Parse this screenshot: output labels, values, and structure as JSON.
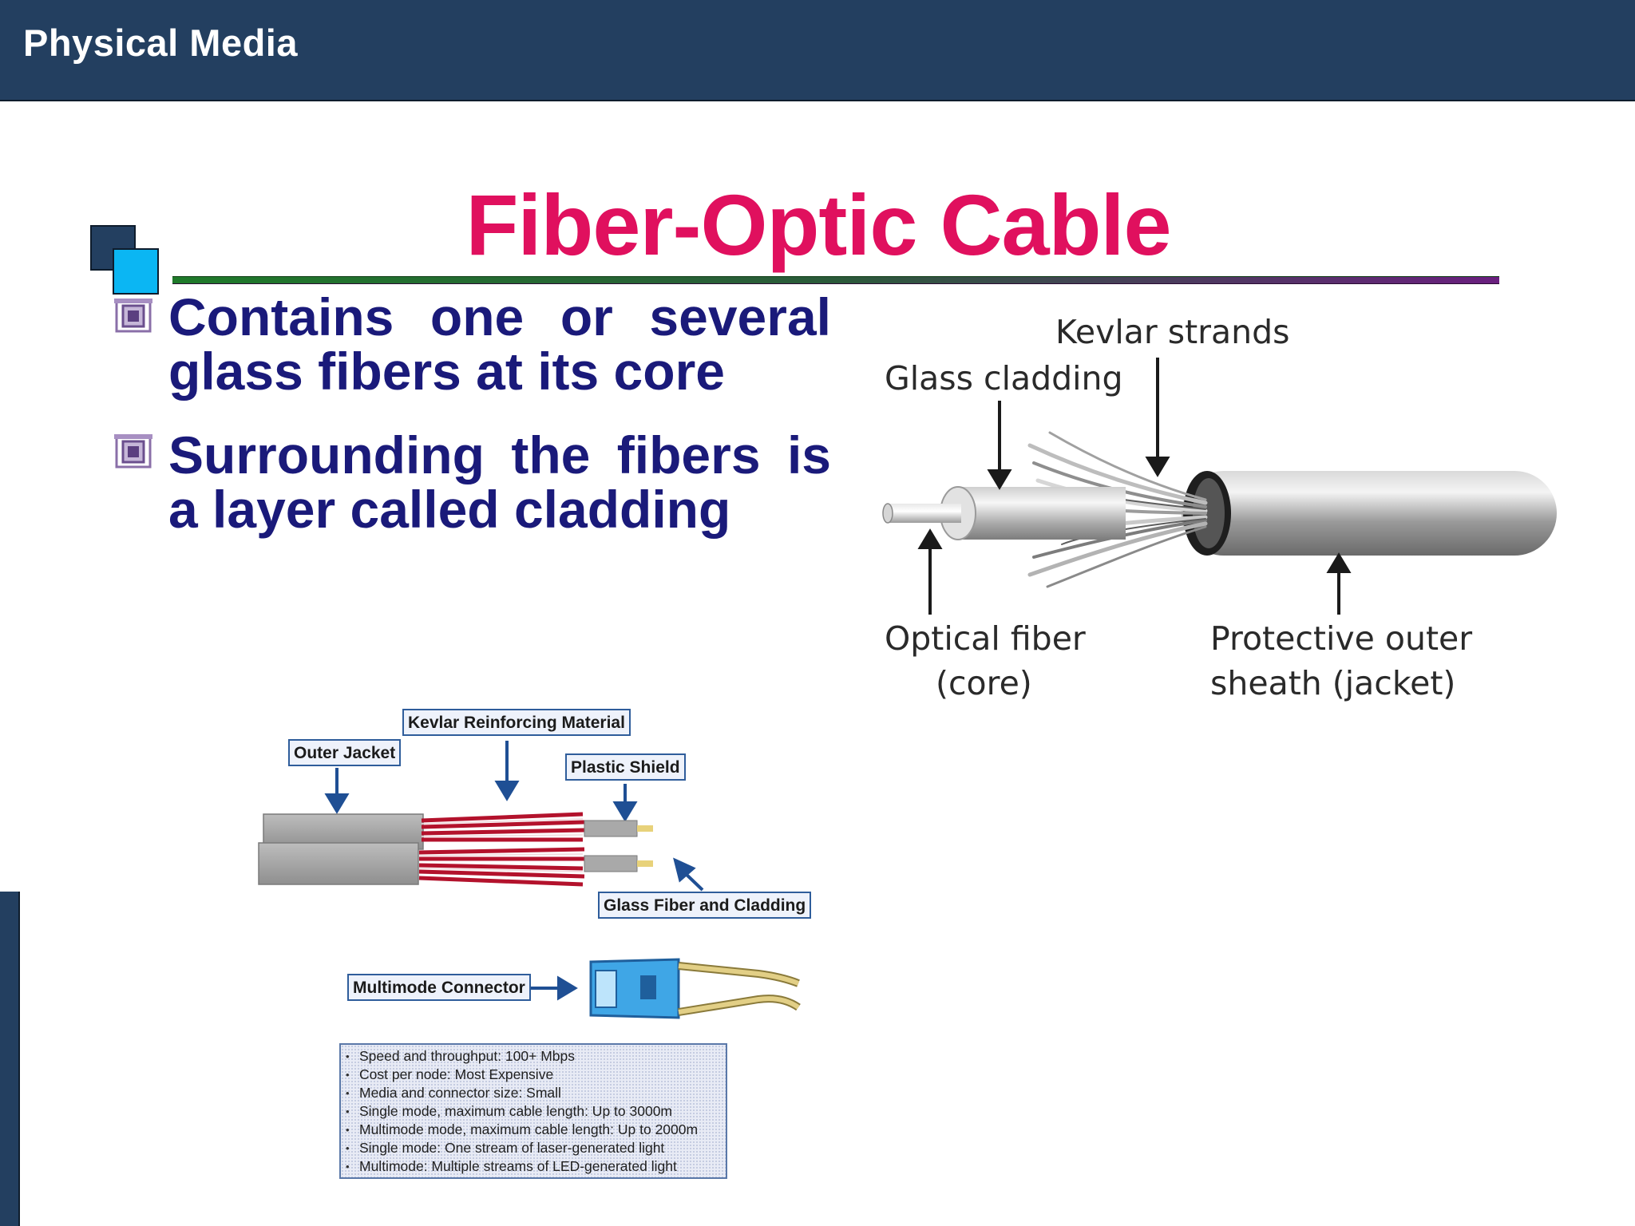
{
  "header": {
    "title": "Physical Media"
  },
  "slide": {
    "title": "Fiber-Optic Cable",
    "bullets": [
      {
        "line1": "Contains one or several",
        "line2": "glass fibers at its core"
      },
      {
        "line1": "Surrounding the fibers is",
        "line2": "a layer called cladding"
      }
    ]
  },
  "cable_diagram": {
    "labels": {
      "kevlar": "Kevlar strands",
      "cladding": "Glass cladding",
      "core_line1": "Optical fiber",
      "core_line2": "(core)",
      "sheath_line1": "Protective outer",
      "sheath_line2": "sheath (jacket)"
    }
  },
  "connector_diagram": {
    "callouts": {
      "kevlar_material": "Kevlar Reinforcing Material",
      "outer_jacket": "Outer Jacket",
      "plastic_shield": "Plastic Shield",
      "glass_fiber": "Glass Fiber and Cladding",
      "multimode_connector": "Multimode Connector"
    },
    "specs": [
      "Speed and throughput:  100+ Mbps",
      "Cost per node:  Most Expensive",
      "Media and connector size:  Small",
      "Single mode, maximum cable length:  Up to 3000m",
      "Multimode mode, maximum cable length:  Up to 2000m",
      "Single mode:  One stream of laser-generated light",
      "Multimode:  Multiple streams of LED-generated light"
    ]
  },
  "colors": {
    "header_bg": "#233f60",
    "title": "#e0105e",
    "bullet_text": "#1a1a7a",
    "accent_cyan": "#0bb6f3",
    "callout_border": "#2f5d9b",
    "arrow_blue": "#1f4f94",
    "kevlar_red": "#b3122c"
  }
}
